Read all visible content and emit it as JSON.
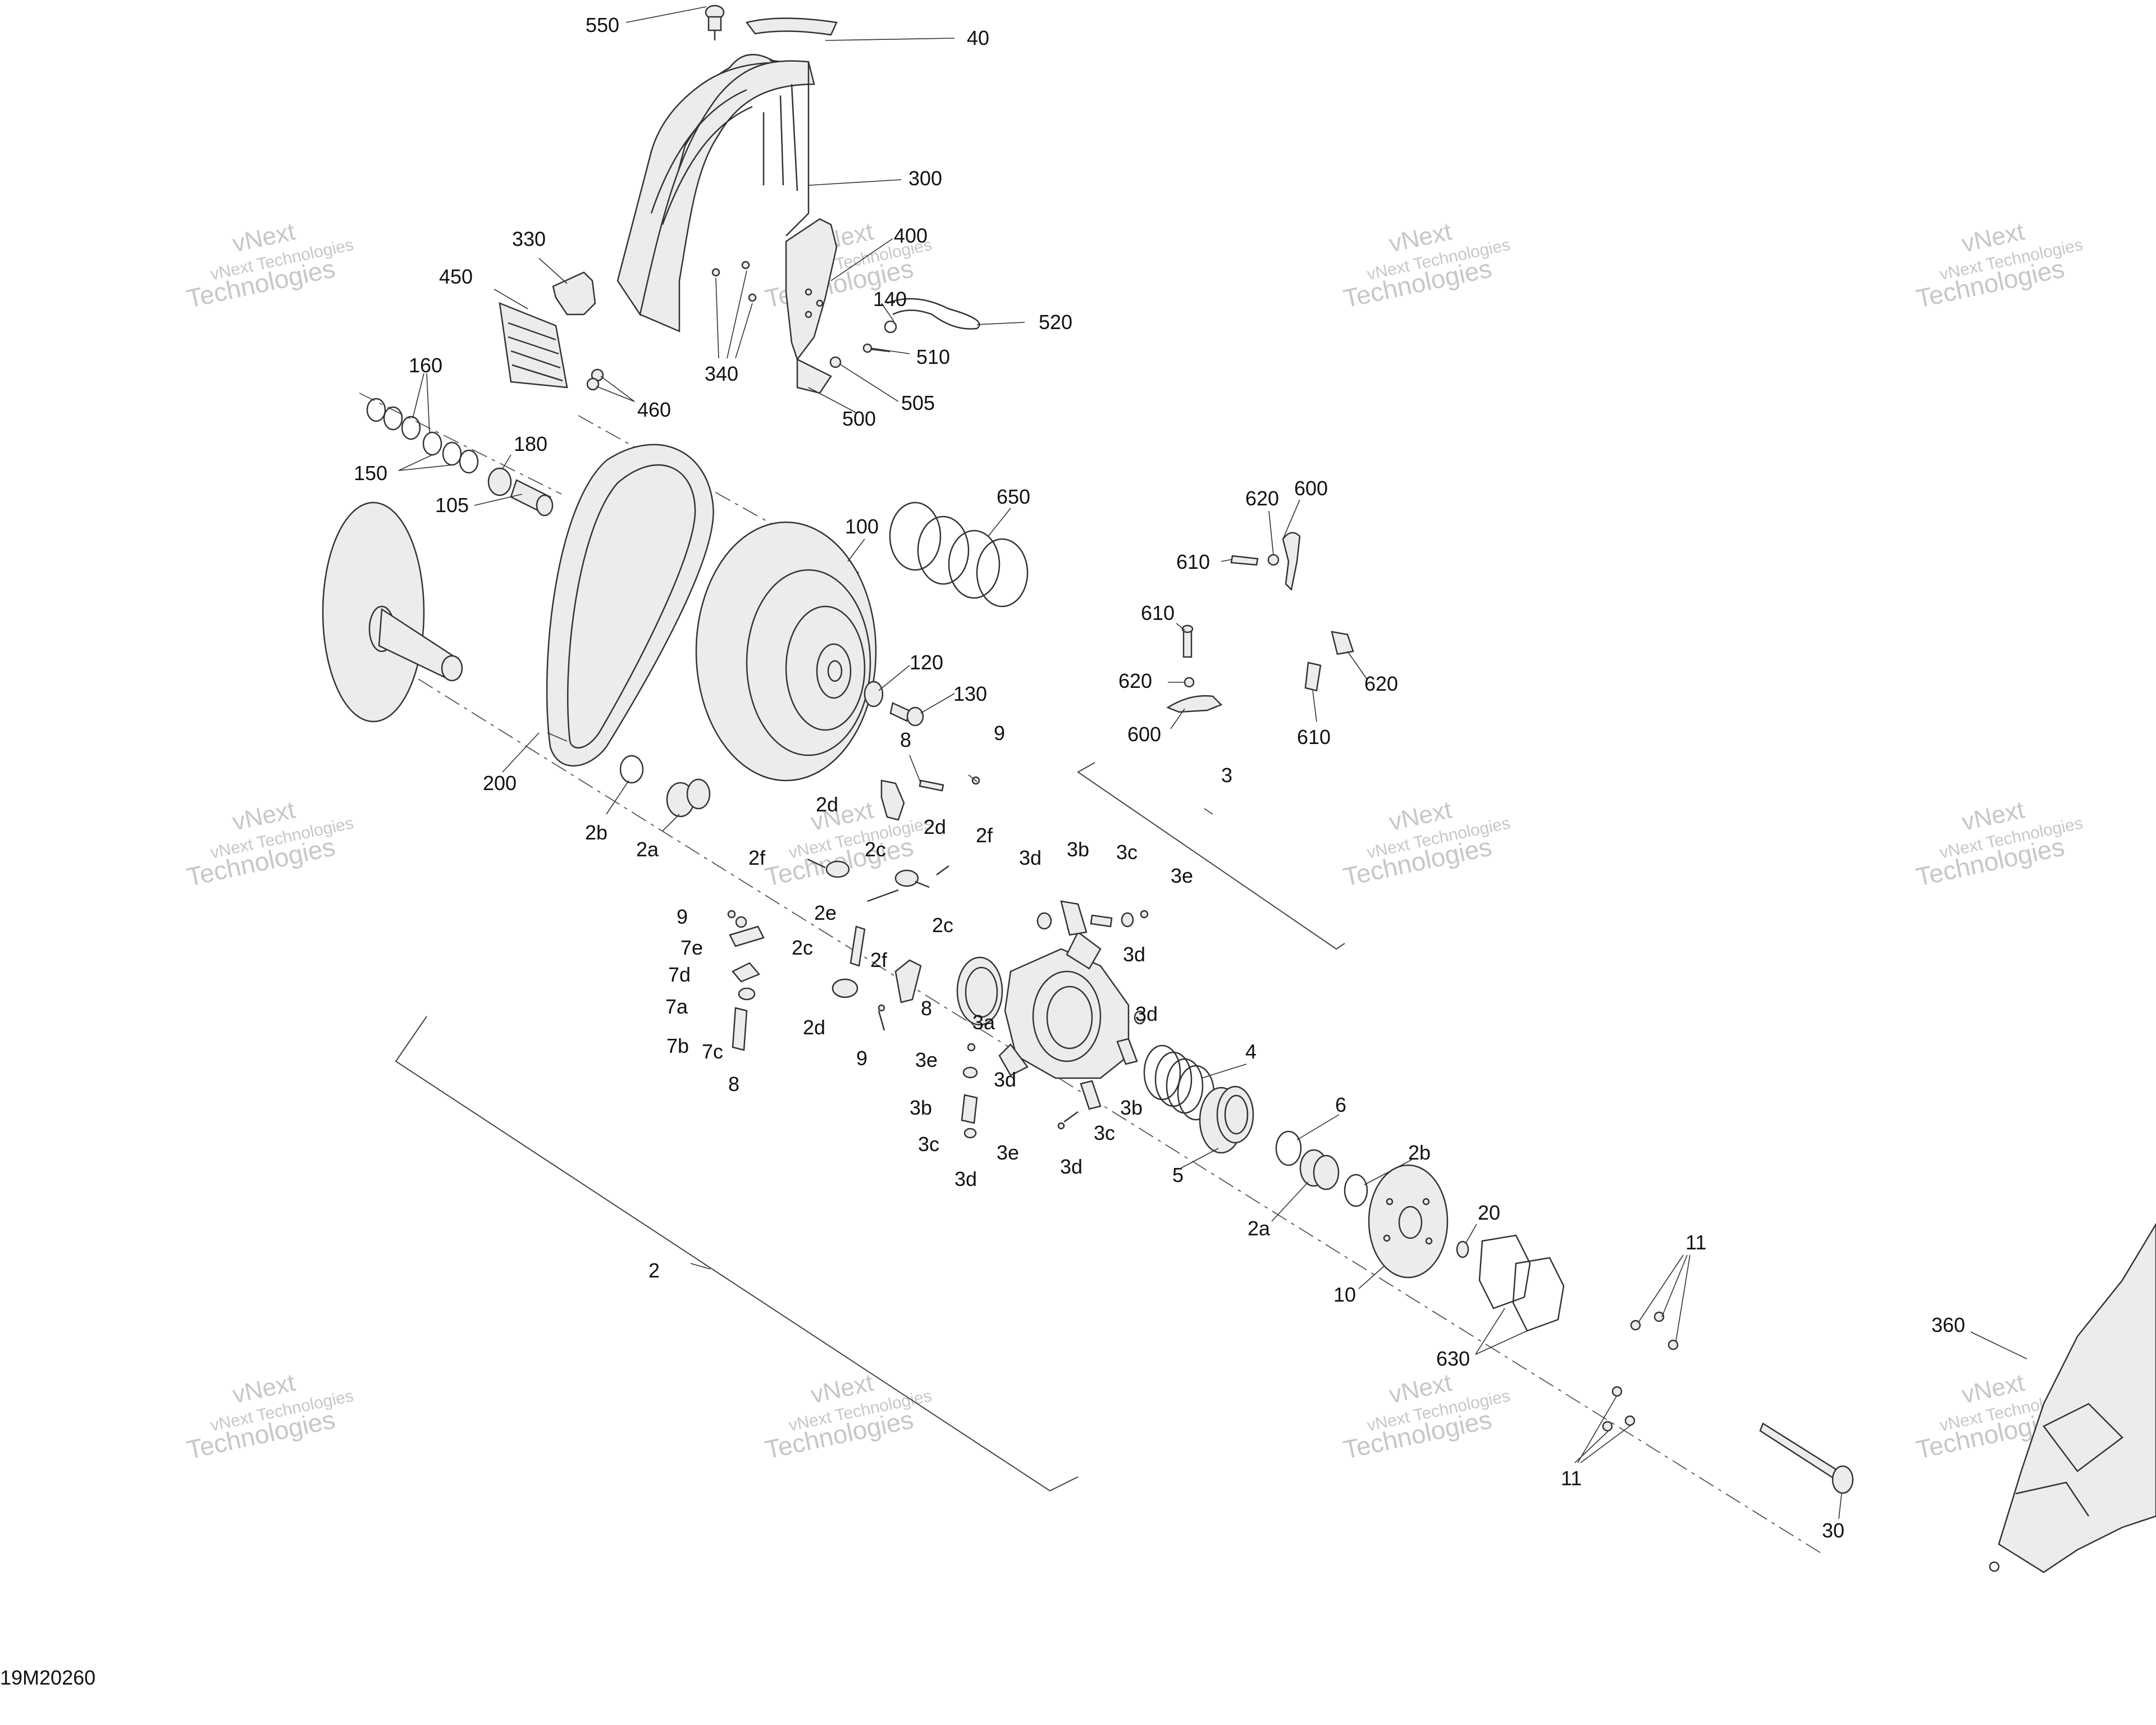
{
  "diagram": {
    "code": "19M20260",
    "watermark": {
      "line1": "vNext",
      "line2": "vNext Technologies",
      "line3": "Technologies"
    },
    "labels": {
      "550": "550",
      "40": "40",
      "300": "300",
      "330": "330",
      "400": "400",
      "450": "450",
      "140": "140",
      "520": "520",
      "510": "510",
      "340": "340",
      "160": "160",
      "460": "460",
      "505": "505",
      "500": "500",
      "180": "180",
      "150": "150",
      "105": "105",
      "650": "650",
      "100": "100",
      "620": "620",
      "600": "600",
      "610": "610",
      "120": "120",
      "130": "130",
      "200": "200",
      "9": "9",
      "8": "8",
      "3": "3",
      "2d": "2d",
      "2f": "2f",
      "2b": "2b",
      "2a": "2a",
      "2c": "2c",
      "2e": "2e",
      "3d": "3d",
      "3b": "3b",
      "3c": "3c",
      "3e": "3e",
      "7e": "7e",
      "7d": "7d",
      "7a": "7a",
      "7b": "7b",
      "7c": "7c",
      "3a": "3a",
      "4": "4",
      "5": "5",
      "6": "6",
      "20": "20",
      "11": "11",
      "10": "10",
      "630": "630",
      "360": "360",
      "30": "30",
      "2": "2"
    }
  }
}
